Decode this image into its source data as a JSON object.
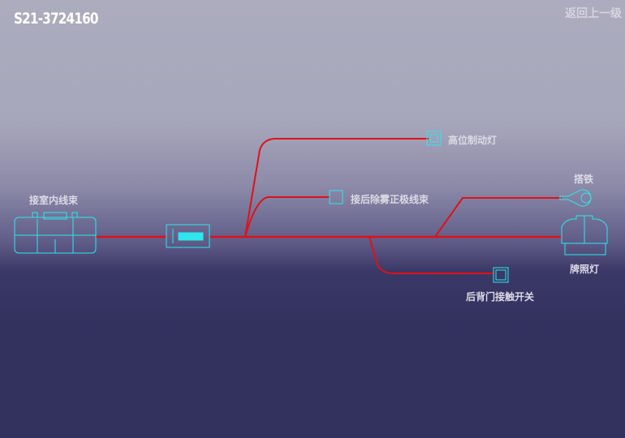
{
  "title": "S21-3724160",
  "back_label": "返回上一级",
  "labels": {
    "interior_harness": "接室内线束",
    "high_brake_light": "高位制动灯",
    "defog_harness": "接后除雾正极线束",
    "ground": "搭铁",
    "license_light": "牌照灯",
    "tailgate_switch": "后背门接触开关"
  },
  "colors": {
    "wire": "#e0101a",
    "connector": "#2de6ee"
  }
}
